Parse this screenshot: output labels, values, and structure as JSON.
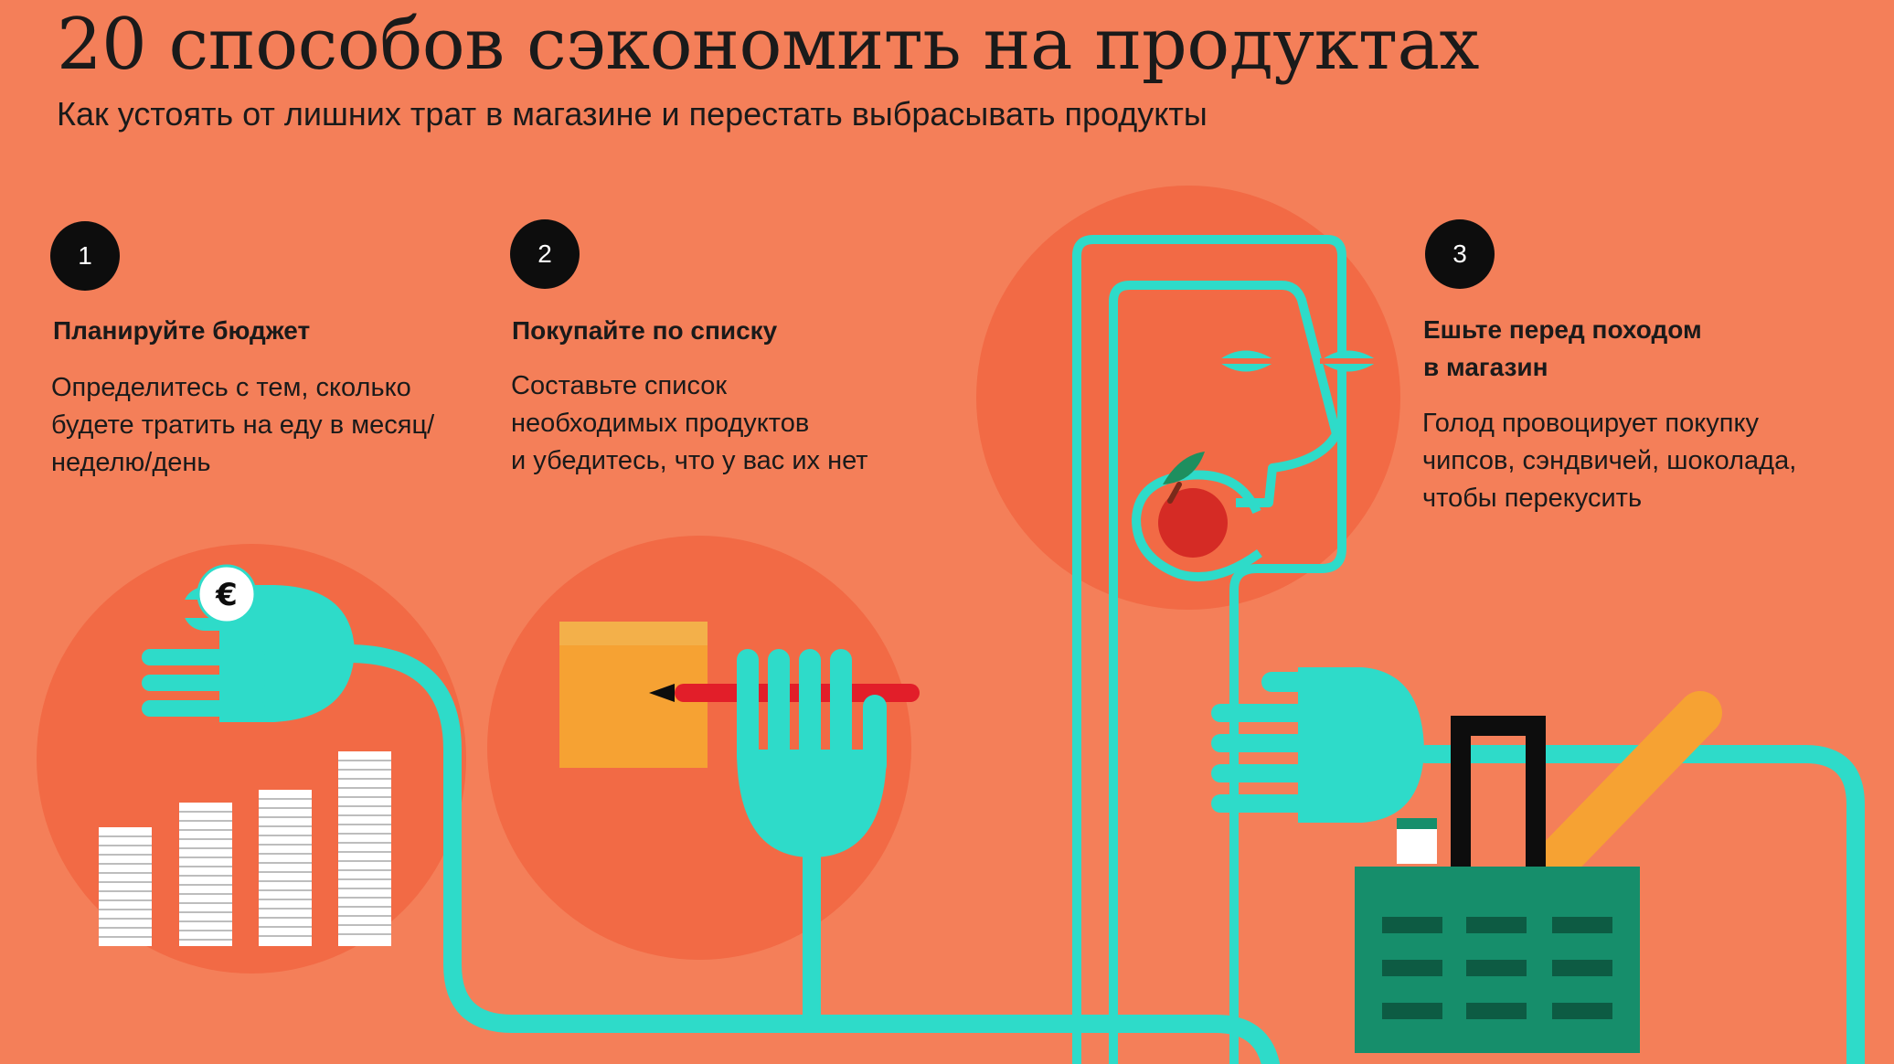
{
  "header": {
    "title": "20 способов сэкономить на продуктах",
    "subtitle": "Как устоять от лишних трат в магазине и перестать выбрасывать продукты"
  },
  "steps": [
    {
      "number": "1",
      "title_lines": [
        "Планируйте бюджет"
      ],
      "text_lines": [
        "Определитесь с тем, сколько",
        "будете тратить на еду в месяц/",
        "неделю/день"
      ]
    },
    {
      "number": "2",
      "title_lines": [
        "Покупайте по списку"
      ],
      "text_lines": [
        "Составьте список",
        "необходимых продуктов",
        "и убедитесь, что у вас их нет"
      ]
    },
    {
      "number": "3",
      "title_lines": [
        "Ешьте перед походом",
        "в магазин"
      ],
      "text_lines": [
        "Голод провоцирует покупку",
        "чипсов, сэндвичей, шоколада,",
        "чтобы перекусить"
      ]
    }
  ],
  "illustration": {
    "coin_symbol": "€",
    "colors": {
      "background": "#f47f59",
      "circle": "#f26a45",
      "teal": "#2edbc9",
      "apple": "#d52b25",
      "basket": "#168e6b",
      "note": "#f6a233",
      "pencil": "#e21e29",
      "black": "#0d0d0d"
    }
  }
}
